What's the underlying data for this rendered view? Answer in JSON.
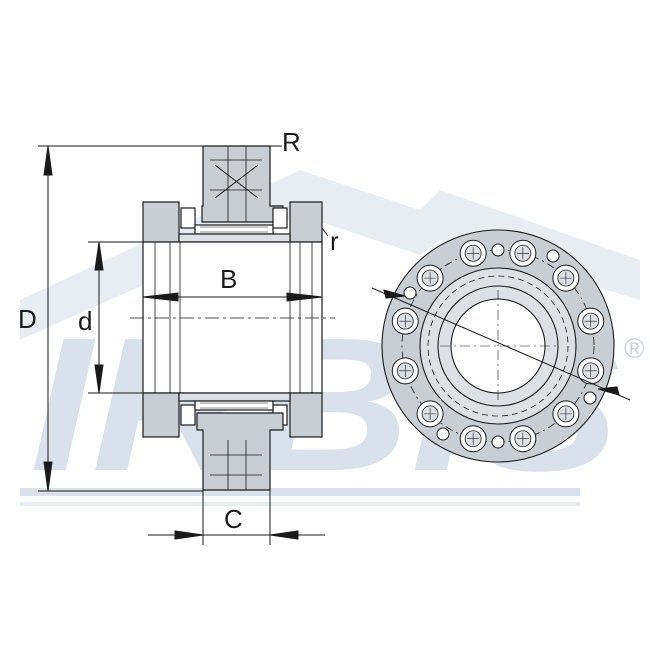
{
  "watermark": {
    "brand": "IRBIS",
    "registered_mark": "®",
    "color": "#d9e1ec"
  },
  "labels": {
    "outer_diameter": "D",
    "bore_diameter": "d",
    "width": "B",
    "flange_width": "C",
    "radius_large": "R",
    "radius_small": "r"
  },
  "colors": {
    "part_fill": "#c9ced4",
    "part_light": "#dde1e5",
    "line": "#1a1a1a"
  }
}
